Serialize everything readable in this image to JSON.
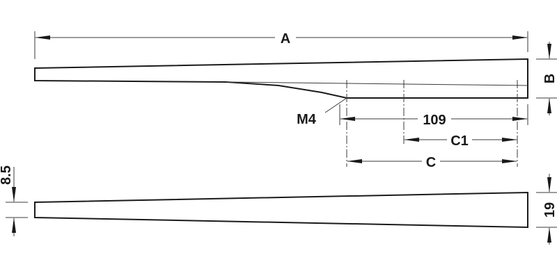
{
  "drawing": {
    "title": "Tapered bracket technical drawing",
    "colors": {
      "line": "#1a1a1a",
      "thin_line": "#3a3a3a",
      "background": "#ffffff"
    },
    "top_view": {
      "dimensions": {
        "overall_length": "A",
        "height": "B",
        "thread": "M4",
        "hole_spacing": "109",
        "offset_c1": "C1",
        "offset_c": "C"
      }
    },
    "side_view": {
      "dimensions": {
        "tip_thickness": "8.5",
        "base_thickness": "19"
      }
    }
  }
}
